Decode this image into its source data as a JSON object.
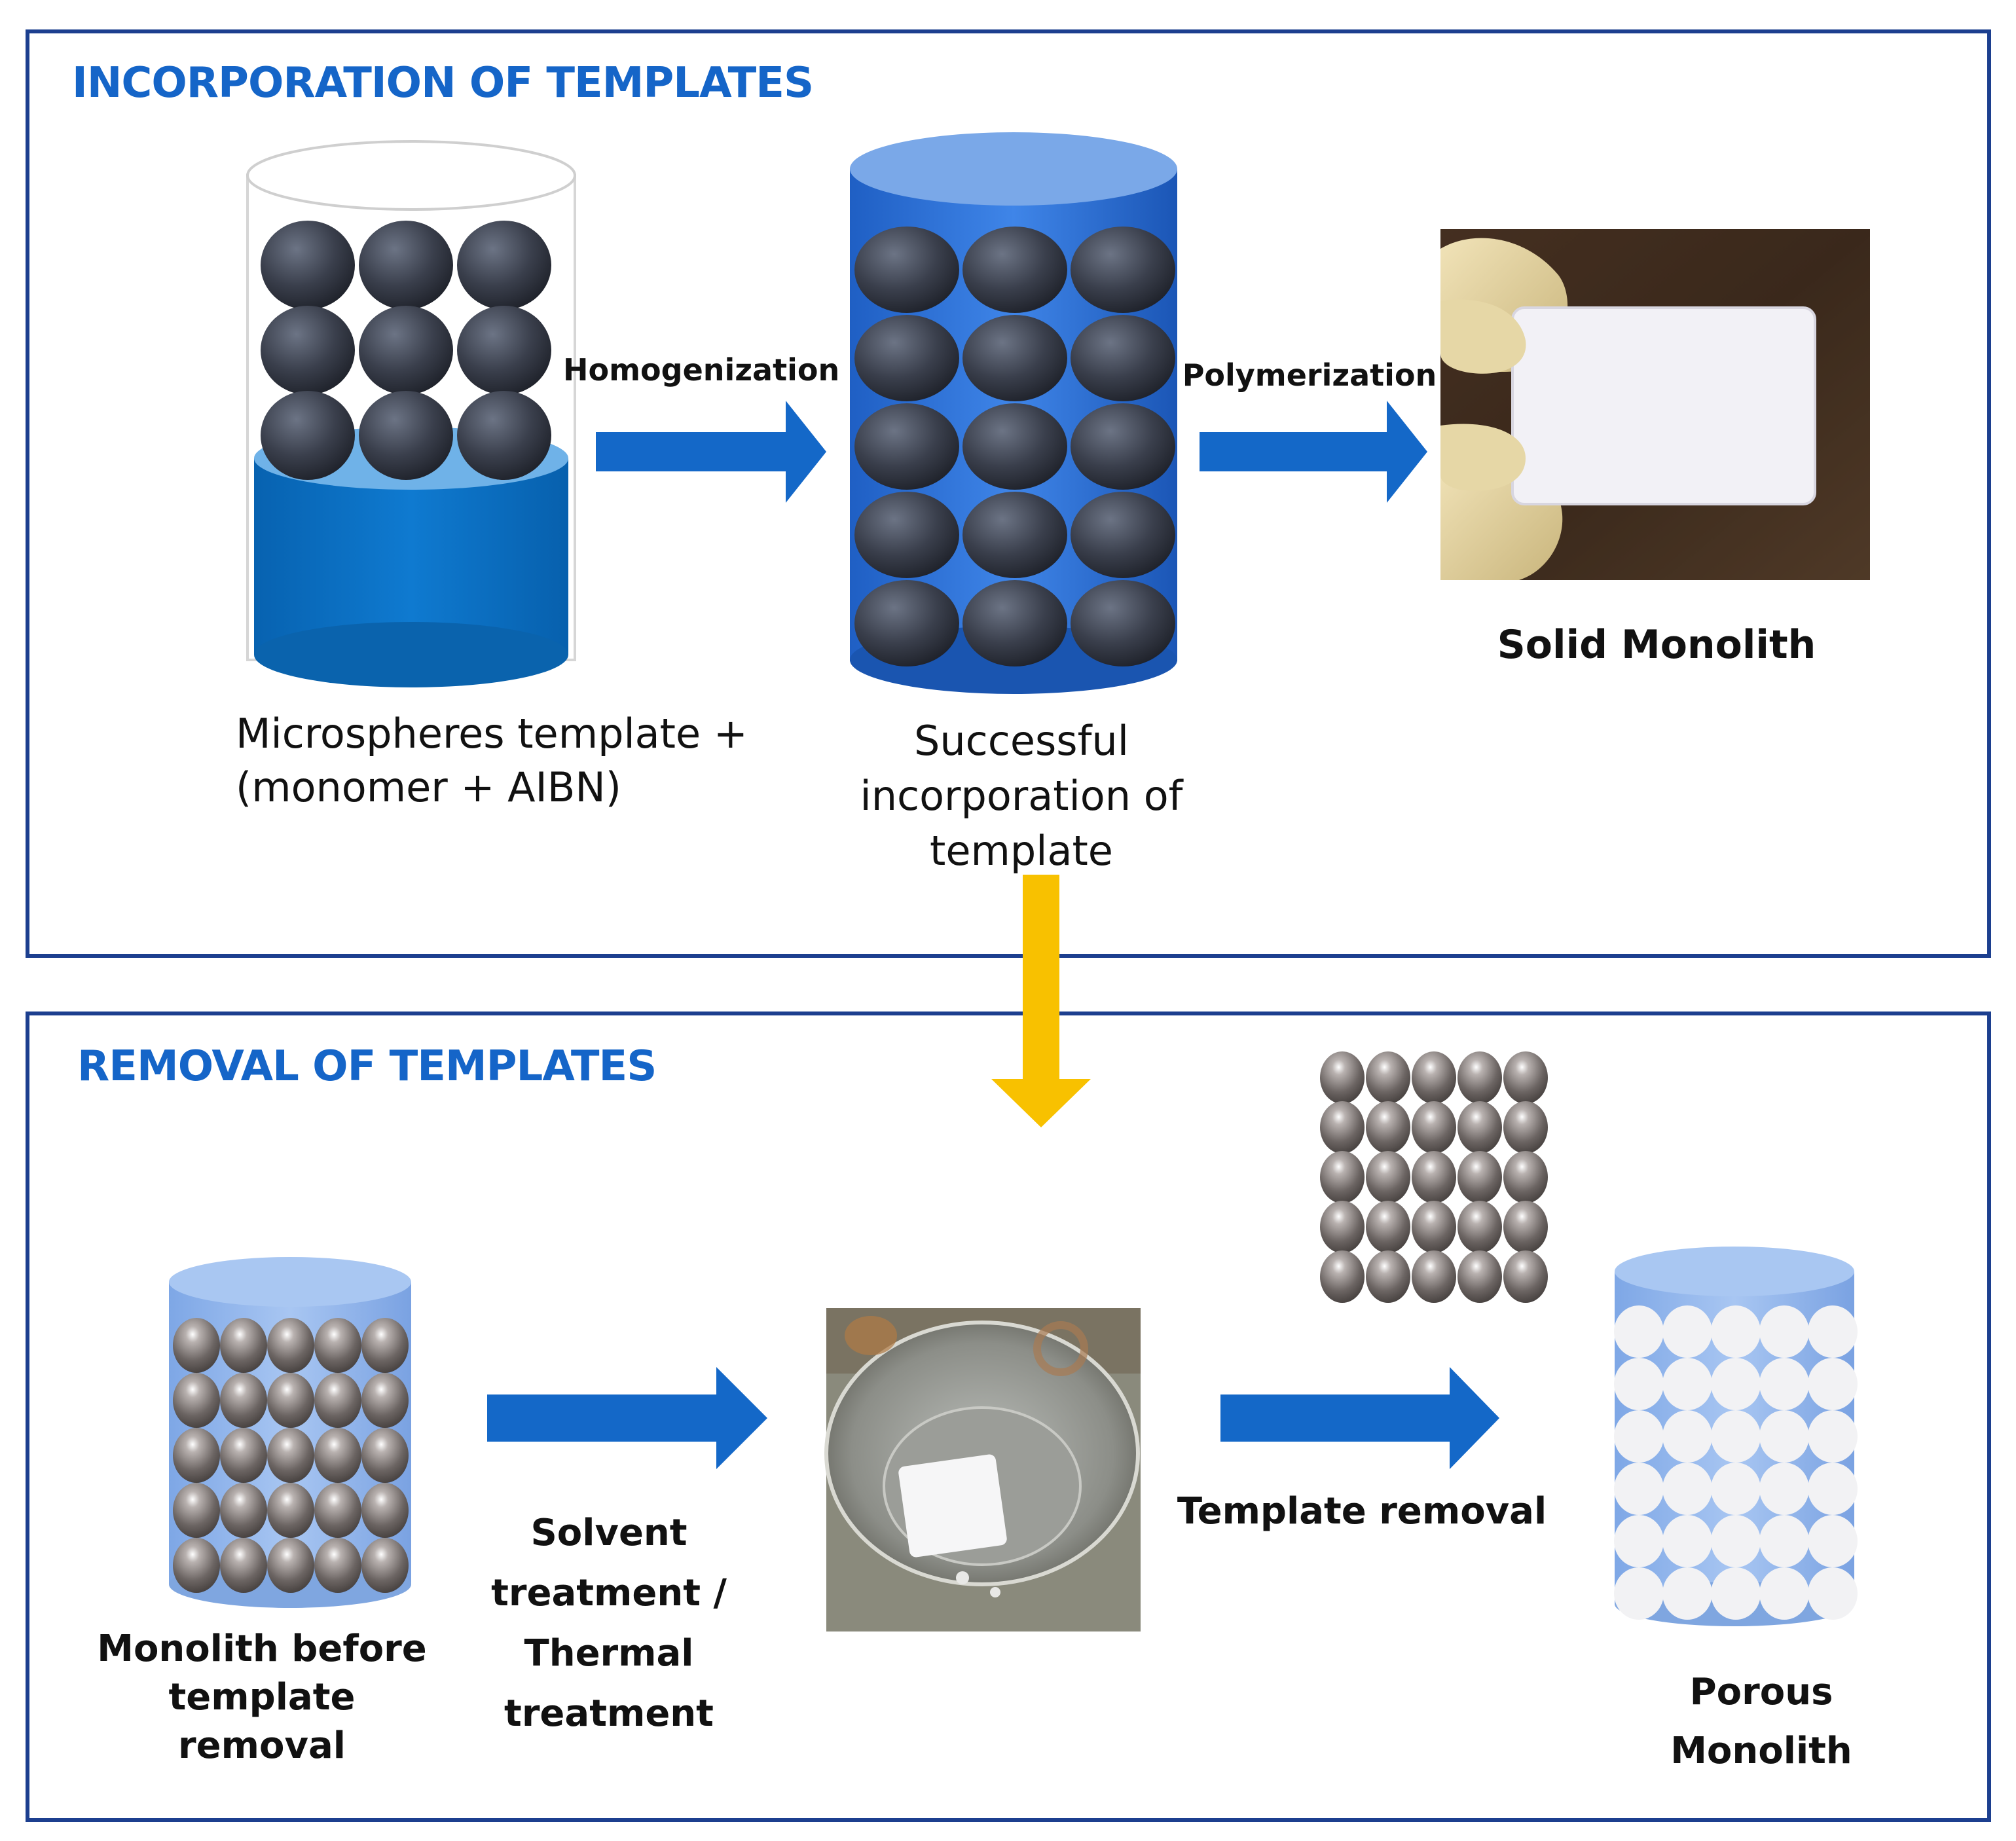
{
  "panels": {
    "top": {
      "heading": "INCORPORATION OF TEMPLATES"
    },
    "bottom": {
      "heading": "REMOVAL OF TEMPLATES"
    }
  },
  "steps": {
    "homogenization": "Homogenization",
    "polymerization": "Polymerization",
    "solvent_thermal": "Solvent\ntreatment /\nThermal\ntreatment",
    "template_removal": "Template removal"
  },
  "labels": {
    "microspheres": "Microspheres template +\n(monomer + AIBN)",
    "successful": "Successful\nincorporation of\ntemplate",
    "solid_monolith": "Solid Monolith",
    "monolith_before": "Monolith before\ntemplate\nremoval",
    "porous_monolith": "Porous\nMonolith"
  },
  "colors": {
    "panel_border": "#1c3f8f",
    "heading": "#1565c8",
    "arrow_blue": "#1468c8",
    "arrow_yellow": "#f8c100",
    "cylinder_blue": "#2f73d6",
    "liquid_blue": "#0a6ebd",
    "sphere_dark": "#2f3340",
    "sphere_grey": "#6a6462",
    "pore_white": "#f2f2f4"
  }
}
